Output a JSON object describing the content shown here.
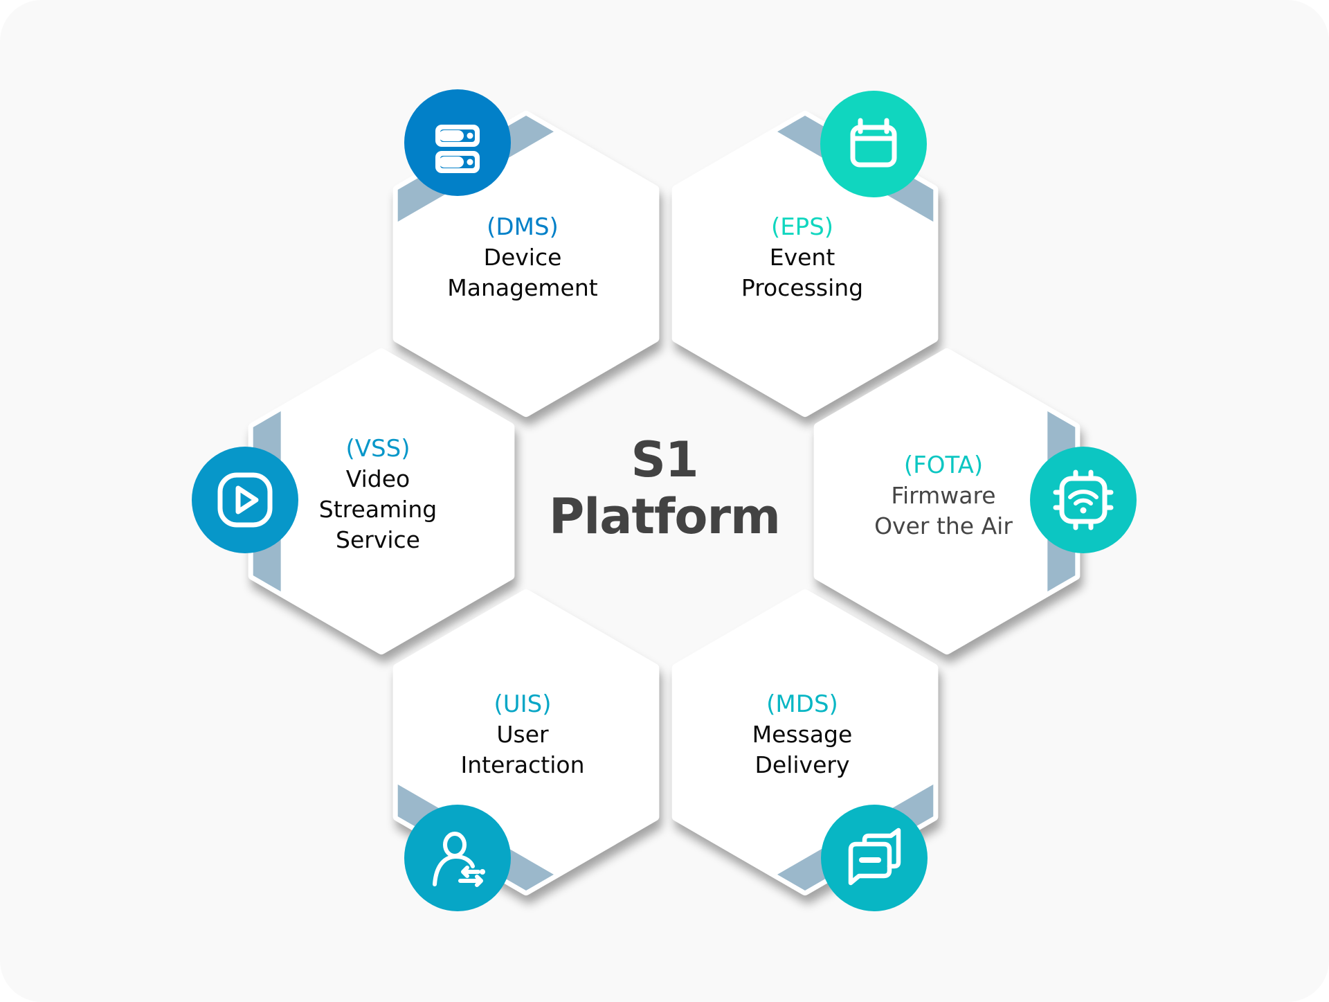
{
  "title": {
    "line1": "S1",
    "line2": "Platform"
  },
  "colors": {
    "background": "#f9f9f9",
    "hexagon_fill": "#ffffff",
    "band": "#9bb8cb",
    "title_text": "#434343"
  },
  "services": [
    {
      "id": "dms",
      "abbr": "(DMS)",
      "name_lines": [
        "Device",
        "Management"
      ],
      "icon": "server-icon",
      "accent": "#0280c8",
      "band_edge": "upper-left"
    },
    {
      "id": "eps",
      "abbr": "(EPS)",
      "name_lines": [
        "Event",
        "Processing"
      ],
      "icon": "calendar-icon",
      "accent": "#10d6bf",
      "band_edge": "upper-right"
    },
    {
      "id": "vss",
      "abbr": "(VSS)",
      "name_lines": [
        "Video",
        "Streaming",
        "Service"
      ],
      "icon": "play-icon",
      "accent": "#0797c9",
      "band_edge": "left"
    },
    {
      "id": "fota",
      "abbr": "(FOTA)",
      "name_lines": [
        "Firmware",
        "Over the Air"
      ],
      "icon": "chip-wifi-icon",
      "accent": "#0cc6c2",
      "band_edge": "right"
    },
    {
      "id": "uis",
      "abbr": "(UIS)",
      "name_lines": [
        "User",
        "Interaction"
      ],
      "icon": "user-exchange-icon",
      "accent": "#07a6c6",
      "band_edge": "lower-left"
    },
    {
      "id": "mds",
      "abbr": "(MDS)",
      "name_lines": [
        "Message",
        "Delivery"
      ],
      "icon": "chat-bubbles-icon",
      "accent": "#08b6c4",
      "band_edge": "lower-right"
    }
  ]
}
